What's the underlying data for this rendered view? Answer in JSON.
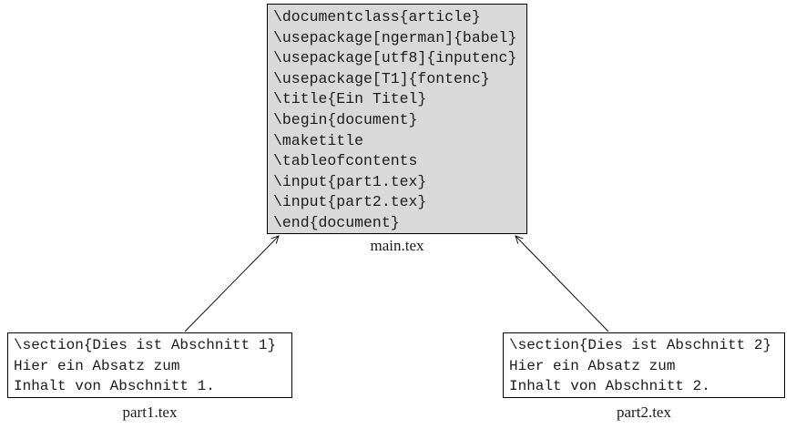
{
  "diagram": {
    "main_file": {
      "label": "main.tex",
      "code": [
        "\\documentclass{article}",
        "\\usepackage[ngerman]{babel}",
        "\\usepackage[utf8]{inputenc}",
        "\\usepackage[T1]{fontenc}",
        "\\title{Ein Titel}",
        "\\begin{document}",
        "\\maketitle",
        "\\tableofcontents",
        "\\input{part1.tex}",
        "\\input{part2.tex}",
        "\\end{document}"
      ]
    },
    "part1_file": {
      "label": "part1.tex",
      "code": [
        "\\section{Dies ist Abschnitt 1}",
        "Hier ein Absatz zum",
        "Inhalt von Abschnitt 1."
      ]
    },
    "part2_file": {
      "label": "part2.tex",
      "code": [
        "\\section{Dies ist Abschnitt 2}",
        "Hier ein Absatz zum",
        "Inhalt von Abschnitt 2."
      ]
    },
    "colors": {
      "main_box_fill": "#d9d9d9",
      "part_box_fill": "#ffffff",
      "border": "#000000",
      "background": "#ffffff"
    }
  }
}
